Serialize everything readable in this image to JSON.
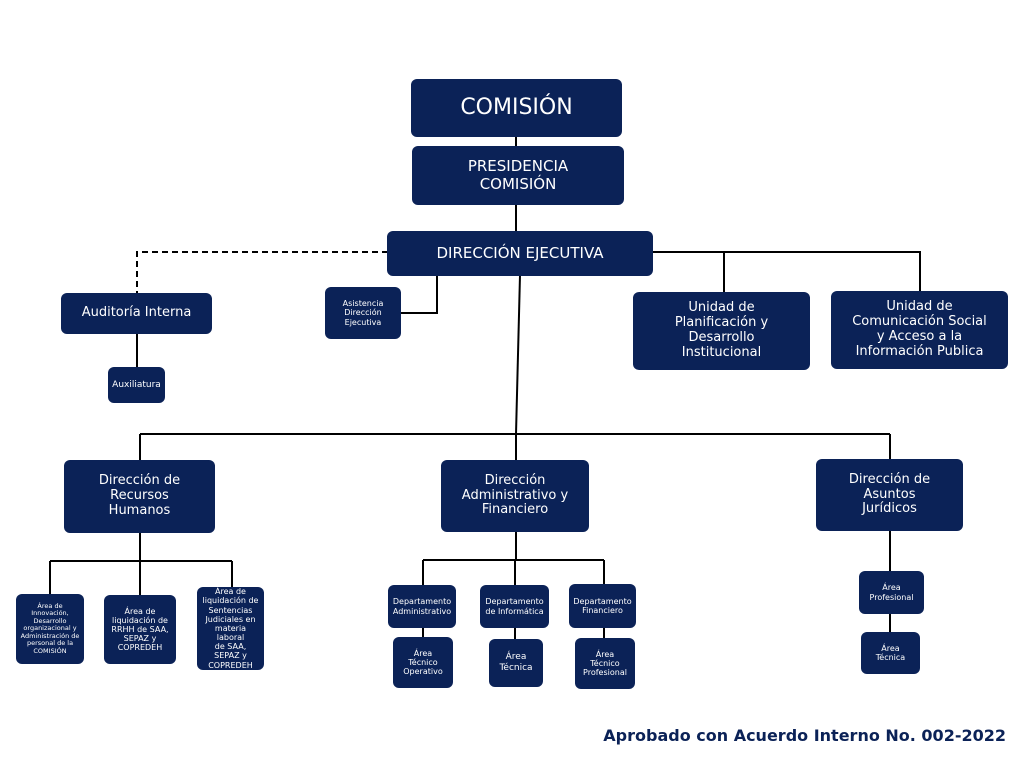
{
  "org_chart": {
    "comision": "COMISIÓN",
    "presidencia": "PRESIDENCIA\nCOMISIÓN",
    "direccion_ejecutiva": "DIRECCIÓN EJECUTIVA",
    "auditoria_interna": "Auditoría Interna",
    "auxiliatura": "Auxiliatura",
    "asistencia": "Asistencia\nDirección\nEjecutiva",
    "unidad_planificacion": "Unidad de\nPlanificación y\nDesarrollo\nInstitucional",
    "unidad_comunicacion": "Unidad de\nComunicación Social\ny Acceso a la\nInformación Publica",
    "direccion_rrhh": "Dirección de\nRecursos\nHumanos",
    "direccion_admin": "Dirección\nAdministrativo y\nFinanciero",
    "direccion_juridicos": "Dirección de\nAsuntos\nJurídicos",
    "area_innovacion": "Área de\nInnovación,\nDesarrollo\norganizacional y\nAdministración de\npersonal de la\nCOMISIÓN",
    "area_liquidacion_rrhh": "Área de\nliquidación de\nRRHH de SAA,\nSEPAZ y\nCOPREDEH",
    "area_liquidacion_sentencias": "Área de\nliquidación de\nSentencias\nJudiciales en\nmateria laboral\nde SAA, SEPAZ y\nCOPREDEH",
    "depto_administrativo": "Departamento\nAdministrativo",
    "depto_informatica": "Departamento\nde Informática",
    "depto_financiero": "Departamento\nFinanciero",
    "area_tecnico_operativo": "Área\nTécnico\nOperativo",
    "area_tecnica_informatica": "Área\nTécnica",
    "area_tecnico_profesional": "Área\nTécnico\nProfesional",
    "area_profesional": "Área\nProfesional",
    "area_tecnica_juridicos": "Área\nTécnica"
  },
  "footer": {
    "approval_note": "Aprobado con Acuerdo Interno No. 002-2022"
  },
  "colors": {
    "box": "#0b2257",
    "box_text": "#ffffff",
    "line": "#000000"
  }
}
